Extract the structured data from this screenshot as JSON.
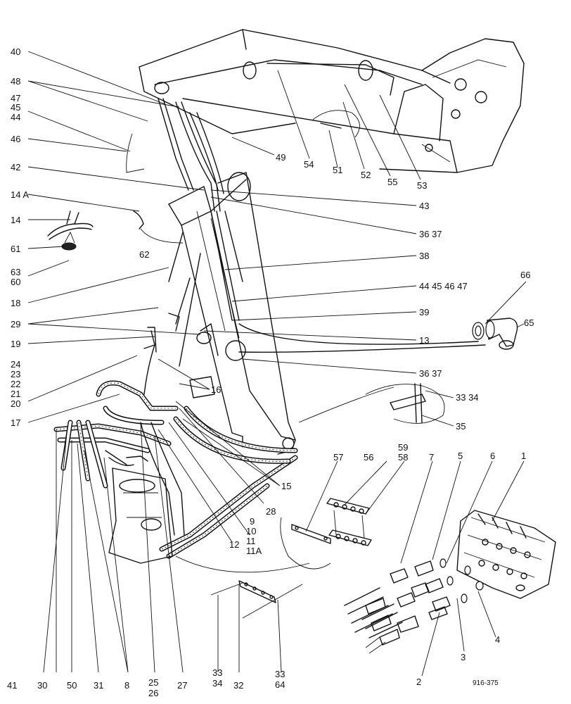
{
  "diagram": {
    "reference_code": "916-375",
    "callouts": [
      {
        "id": "c40",
        "text": "40"
      },
      {
        "id": "c48",
        "text": "48"
      },
      {
        "id": "c47",
        "text": "47"
      },
      {
        "id": "c45",
        "text": "45"
      },
      {
        "id": "c44",
        "text": "44"
      },
      {
        "id": "c46",
        "text": "46"
      },
      {
        "id": "c42",
        "text": "42"
      },
      {
        "id": "c14a",
        "text": "14 A"
      },
      {
        "id": "c14",
        "text": "14"
      },
      {
        "id": "c61",
        "text": "61"
      },
      {
        "id": "c62",
        "text": "62"
      },
      {
        "id": "c63",
        "text": "63"
      },
      {
        "id": "c60",
        "text": "60"
      },
      {
        "id": "c18",
        "text": "18"
      },
      {
        "id": "c29",
        "text": "29"
      },
      {
        "id": "c19",
        "text": "19"
      },
      {
        "id": "c24",
        "text": "24"
      },
      {
        "id": "c23",
        "text": "23"
      },
      {
        "id": "c22",
        "text": "22"
      },
      {
        "id": "c21",
        "text": "21"
      },
      {
        "id": "c20",
        "text": "20"
      },
      {
        "id": "c17",
        "text": "17"
      },
      {
        "id": "c49",
        "text": "49"
      },
      {
        "id": "c54",
        "text": "54"
      },
      {
        "id": "c51",
        "text": "51"
      },
      {
        "id": "c52",
        "text": "52"
      },
      {
        "id": "c55",
        "text": "55"
      },
      {
        "id": "c53",
        "text": "53"
      },
      {
        "id": "c43",
        "text": "43"
      },
      {
        "id": "c3637a",
        "text": "36 37"
      },
      {
        "id": "c38",
        "text": "38"
      },
      {
        "id": "c44454647",
        "text": "44 45 46 47"
      },
      {
        "id": "c39",
        "text": "39"
      },
      {
        "id": "c13",
        "text": "13"
      },
      {
        "id": "c3637b",
        "text": "36  37"
      },
      {
        "id": "c16",
        "text": "16"
      },
      {
        "id": "c66",
        "text": "66"
      },
      {
        "id": "c65",
        "text": "65"
      },
      {
        "id": "c3334",
        "text": "33 34"
      },
      {
        "id": "c35",
        "text": "35"
      },
      {
        "id": "c59",
        "text": "59"
      },
      {
        "id": "c58",
        "text": "58"
      },
      {
        "id": "c57",
        "text": "57"
      },
      {
        "id": "c56",
        "text": "56"
      },
      {
        "id": "c7",
        "text": "7"
      },
      {
        "id": "c5",
        "text": "5"
      },
      {
        "id": "c6",
        "text": "6"
      },
      {
        "id": "c1",
        "text": "1"
      },
      {
        "id": "c15",
        "text": "15"
      },
      {
        "id": "c28",
        "text": "28"
      },
      {
        "id": "c9",
        "text": "9"
      },
      {
        "id": "c10",
        "text": "10"
      },
      {
        "id": "c11",
        "text": "11"
      },
      {
        "id": "c11a",
        "text": "11A"
      },
      {
        "id": "c12",
        "text": "12"
      },
      {
        "id": "c4",
        "text": "4"
      },
      {
        "id": "c3",
        "text": "3"
      },
      {
        "id": "c2",
        "text": "2"
      },
      {
        "id": "c41",
        "text": "41"
      },
      {
        "id": "c30",
        "text": "30"
      },
      {
        "id": "c50",
        "text": "50"
      },
      {
        "id": "c31",
        "text": "31"
      },
      {
        "id": "c8",
        "text": "8"
      },
      {
        "id": "c25",
        "text": "25"
      },
      {
        "id": "c26",
        "text": "26"
      },
      {
        "id": "c27",
        "text": "27"
      },
      {
        "id": "c33a",
        "text": "33"
      },
      {
        "id": "c34a",
        "text": "34"
      },
      {
        "id": "c32",
        "text": "32"
      },
      {
        "id": "c33b",
        "text": "33"
      },
      {
        "id": "c64",
        "text": "64"
      }
    ]
  }
}
